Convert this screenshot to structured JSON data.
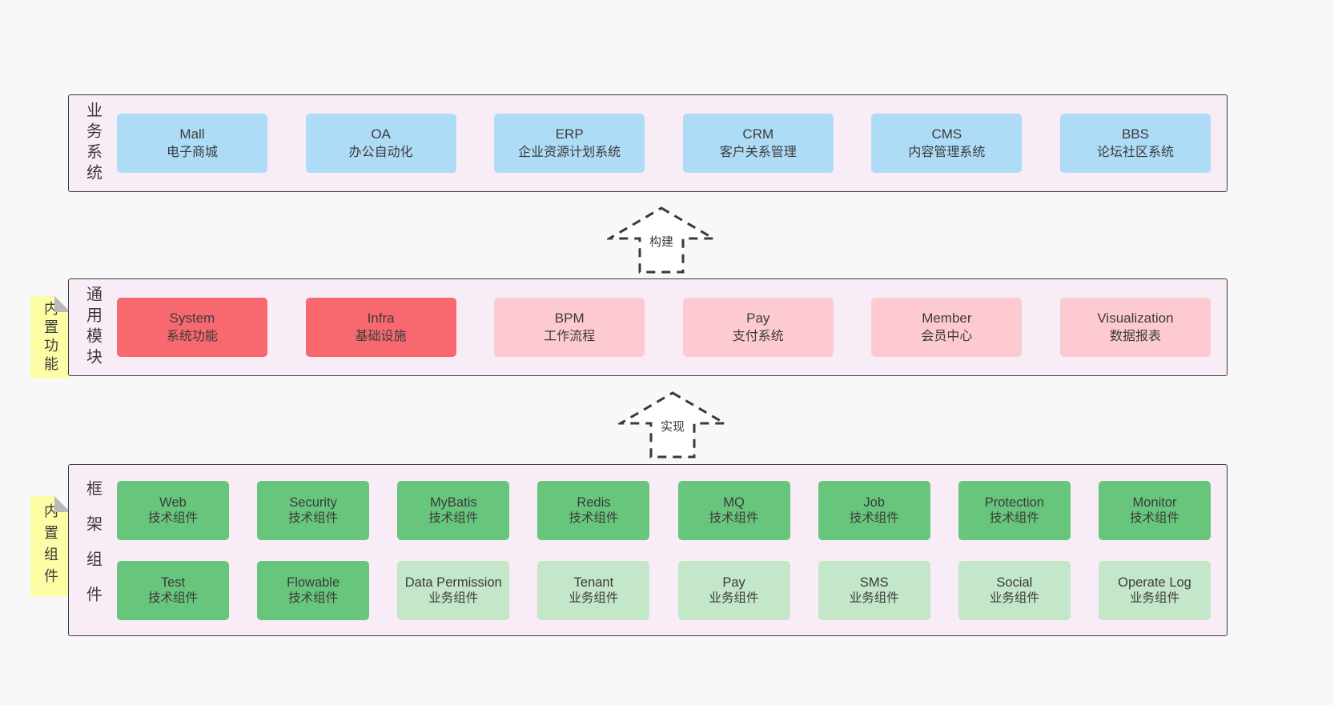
{
  "colors": {
    "page_bg": "#f8f8f8",
    "band_bg": "#f8edf6",
    "border": "#3a3a3a",
    "text": "#3b3b3b",
    "blue": "#aedcf7",
    "red": "#f7696e",
    "pink": "#fecad2",
    "green": "#68c67c",
    "light_green": "#c3e7c8",
    "note_yellow": "#fdfda6",
    "note_fold": "#b9b9b9"
  },
  "bands": {
    "business": {
      "label": "业务系统",
      "boxes": [
        {
          "title": "Mall",
          "subtitle": "电子商城"
        },
        {
          "title": "OA",
          "subtitle": "办公自动化"
        },
        {
          "title": "ERP",
          "subtitle": "企业资源计划系统"
        },
        {
          "title": "CRM",
          "subtitle": "客户关系管理"
        },
        {
          "title": "CMS",
          "subtitle": "内容管理系统"
        },
        {
          "title": "BBS",
          "subtitle": "论坛社区系统"
        }
      ]
    },
    "modules": {
      "label": "通用模块",
      "note": "内置功能",
      "boxes": [
        {
          "title": "System",
          "subtitle": "系统功能",
          "variant": "red"
        },
        {
          "title": "Infra",
          "subtitle": "基础设施",
          "variant": "red"
        },
        {
          "title": "BPM",
          "subtitle": "工作流程",
          "variant": "pink"
        },
        {
          "title": "Pay",
          "subtitle": "支付系统",
          "variant": "pink"
        },
        {
          "title": "Member",
          "subtitle": "会员中心",
          "variant": "pink"
        },
        {
          "title": "Visualization",
          "subtitle": "数据报表",
          "variant": "pink"
        }
      ]
    },
    "components": {
      "label": "框架组件",
      "note": "内置组件",
      "row1": [
        {
          "title": "Web",
          "subtitle": "技术组件",
          "variant": "green"
        },
        {
          "title": "Security",
          "subtitle": "技术组件",
          "variant": "green"
        },
        {
          "title": "MyBatis",
          "subtitle": "技术组件",
          "variant": "green"
        },
        {
          "title": "Redis",
          "subtitle": "技术组件",
          "variant": "green"
        },
        {
          "title": "MQ",
          "subtitle": "技术组件",
          "variant": "green"
        },
        {
          "title": "Job",
          "subtitle": "技术组件",
          "variant": "green"
        },
        {
          "title": "Protection",
          "subtitle": "技术组件",
          "variant": "green"
        },
        {
          "title": "Monitor",
          "subtitle": "技术组件",
          "variant": "green"
        }
      ],
      "row2": [
        {
          "title": "Test",
          "subtitle": "技术组件",
          "variant": "green"
        },
        {
          "title": "Flowable",
          "subtitle": "技术组件",
          "variant": "green"
        },
        {
          "title": "Data Permission",
          "subtitle": "业务组件",
          "variant": "light-green"
        },
        {
          "title": "Tenant",
          "subtitle": "业务组件",
          "variant": "light-green"
        },
        {
          "title": "Pay",
          "subtitle": "业务组件",
          "variant": "light-green"
        },
        {
          "title": "SMS",
          "subtitle": "业务组件",
          "variant": "light-green"
        },
        {
          "title": "Social",
          "subtitle": "业务组件",
          "variant": "light-green"
        },
        {
          "title": "Operate Log",
          "subtitle": "业务组件",
          "variant": "light-green"
        }
      ]
    }
  },
  "arrows": {
    "build": {
      "label": "构建"
    },
    "implement": {
      "label": "实现"
    }
  }
}
